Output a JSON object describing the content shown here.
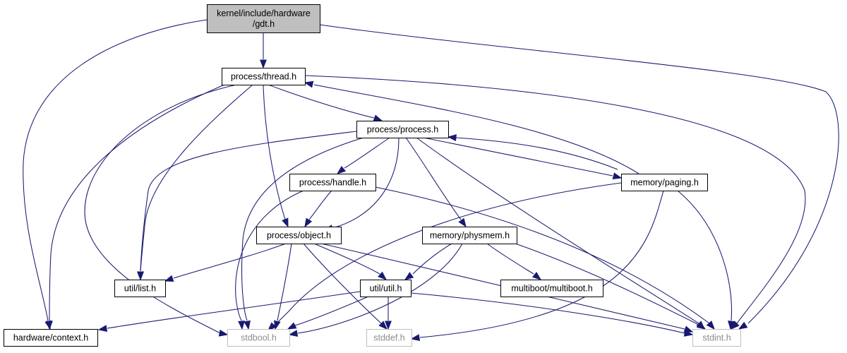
{
  "diagram": {
    "type": "include-dependency-graph",
    "colors": {
      "edge": "#191970",
      "root_fill": "#bfbfbf",
      "node_border": "#000000",
      "system_border": "#bfbfbf",
      "system_text": "#8c8c8c"
    },
    "nodes": [
      {
        "id": "gdt",
        "lines": [
          "kernel/include/hardware",
          "/gdt.h"
        ],
        "kind": "root"
      },
      {
        "id": "thread",
        "lines": [
          "process/thread.h"
        ],
        "kind": "local"
      },
      {
        "id": "process",
        "lines": [
          "process/process.h"
        ],
        "kind": "local"
      },
      {
        "id": "handle",
        "lines": [
          "process/handle.h"
        ],
        "kind": "local"
      },
      {
        "id": "paging",
        "lines": [
          "memory/paging.h"
        ],
        "kind": "local"
      },
      {
        "id": "object",
        "lines": [
          "process/object.h"
        ],
        "kind": "local"
      },
      {
        "id": "physmem",
        "lines": [
          "memory/physmem.h"
        ],
        "kind": "local"
      },
      {
        "id": "list",
        "lines": [
          "util/list.h"
        ],
        "kind": "local"
      },
      {
        "id": "util",
        "lines": [
          "util/util.h"
        ],
        "kind": "local"
      },
      {
        "id": "multiboot",
        "lines": [
          "multiboot/multiboot.h"
        ],
        "kind": "local"
      },
      {
        "id": "context",
        "lines": [
          "hardware/context.h"
        ],
        "kind": "local"
      },
      {
        "id": "stdbool",
        "lines": [
          "stdbool.h"
        ],
        "kind": "system"
      },
      {
        "id": "stddef",
        "lines": [
          "stddef.h"
        ],
        "kind": "system"
      },
      {
        "id": "stdint",
        "lines": [
          "stdint.h"
        ],
        "kind": "system"
      }
    ],
    "edges": [
      {
        "from": "gdt",
        "to": "thread"
      },
      {
        "from": "gdt",
        "to": "context"
      },
      {
        "from": "gdt",
        "to": "stdint"
      },
      {
        "from": "thread",
        "to": "process"
      },
      {
        "from": "thread",
        "to": "object"
      },
      {
        "from": "thread",
        "to": "list"
      },
      {
        "from": "thread",
        "to": "context"
      },
      {
        "from": "thread",
        "to": "stdbool"
      },
      {
        "from": "thread",
        "to": "stdint"
      },
      {
        "from": "process",
        "to": "handle"
      },
      {
        "from": "process",
        "to": "object"
      },
      {
        "from": "process",
        "to": "paging"
      },
      {
        "from": "process",
        "to": "physmem"
      },
      {
        "from": "process",
        "to": "list"
      },
      {
        "from": "process",
        "to": "stdbool"
      },
      {
        "from": "process",
        "to": "stdint"
      },
      {
        "from": "paging",
        "to": "thread"
      },
      {
        "from": "paging",
        "to": "process"
      },
      {
        "from": "paging",
        "to": "stdbool"
      },
      {
        "from": "paging",
        "to": "stddef"
      },
      {
        "from": "paging",
        "to": "stdint"
      },
      {
        "from": "handle",
        "to": "object"
      },
      {
        "from": "handle",
        "to": "stdbool"
      },
      {
        "from": "handle",
        "to": "stdint"
      },
      {
        "from": "object",
        "to": "list"
      },
      {
        "from": "object",
        "to": "util"
      },
      {
        "from": "object",
        "to": "stdbool"
      },
      {
        "from": "object",
        "to": "stddef"
      },
      {
        "from": "object",
        "to": "stdint"
      },
      {
        "from": "physmem",
        "to": "util"
      },
      {
        "from": "physmem",
        "to": "multiboot"
      },
      {
        "from": "physmem",
        "to": "stdbool"
      },
      {
        "from": "physmem",
        "to": "stdint"
      },
      {
        "from": "util",
        "to": "context"
      },
      {
        "from": "util",
        "to": "stdbool"
      },
      {
        "from": "util",
        "to": "stddef"
      },
      {
        "from": "util",
        "to": "stdint"
      }
    ]
  }
}
